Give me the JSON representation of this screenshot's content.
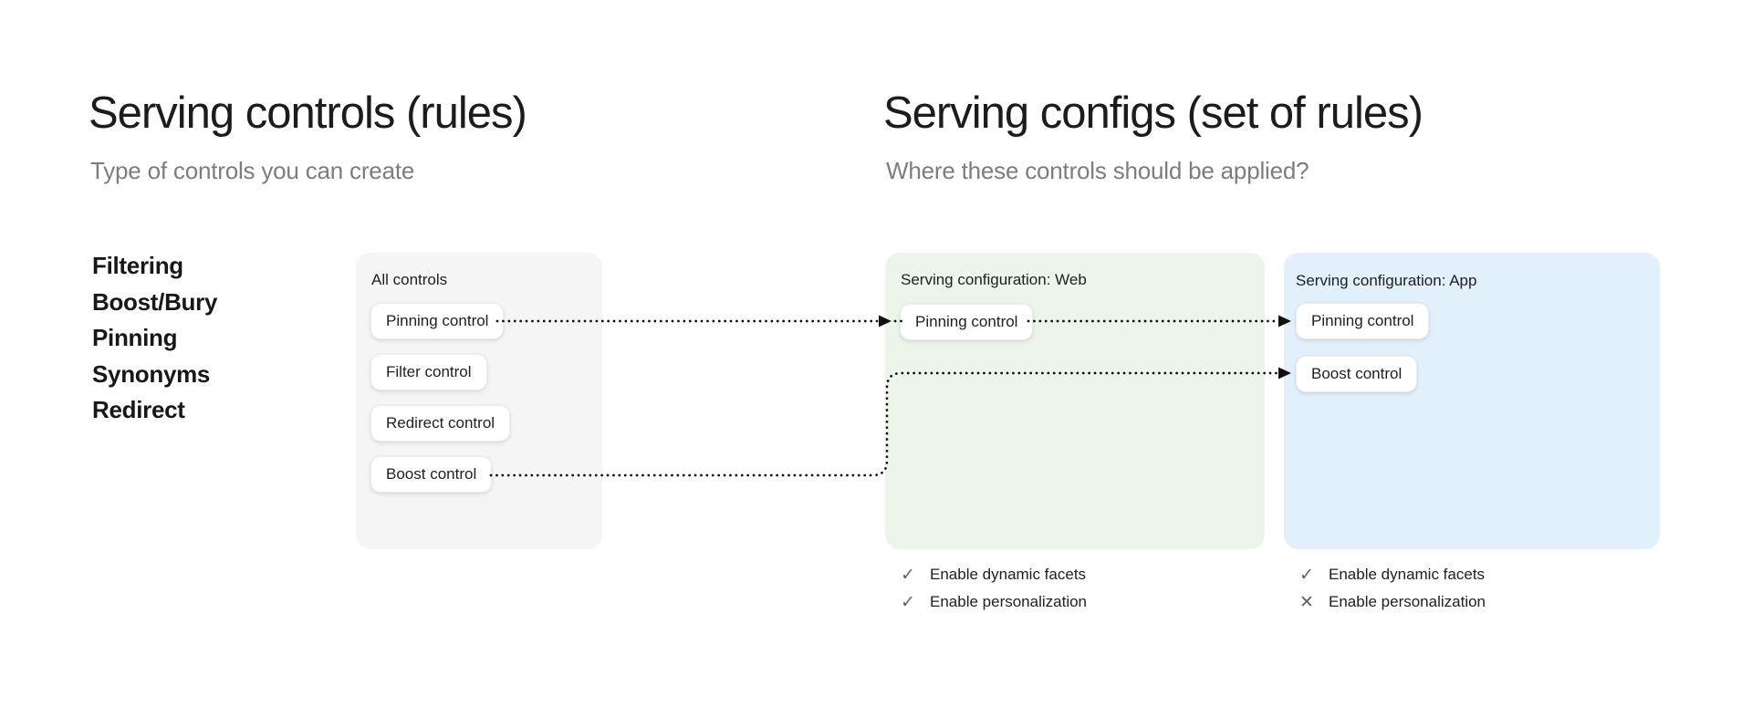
{
  "left_panel": {
    "title": "Serving controls (rules)",
    "subtitle": "Type of controls you can create",
    "control_types": [
      "Filtering",
      "Boost/Bury",
      "Pinning",
      "Synonyms",
      "Redirect"
    ],
    "all_controls_card": {
      "label": "All controls",
      "buttons": [
        "Pinning control",
        "Filter control",
        "Redirect control",
        "Boost control"
      ]
    }
  },
  "right_panel": {
    "title": "Serving configs (set of rules)",
    "subtitle": "Where these controls should be applied?",
    "configs": [
      {
        "label": "Serving configuration: Web",
        "buttons": [
          "Pinning control"
        ],
        "features": [
          {
            "name": "Enable dynamic facets",
            "status": "enabled"
          },
          {
            "name": "Enable personalization",
            "status": "enabled"
          }
        ]
      },
      {
        "label": "Serving configuration: App",
        "buttons": [
          "Pinning control",
          "Boost control"
        ],
        "features": [
          {
            "name": "Enable dynamic facets",
            "status": "enabled"
          },
          {
            "name": "Enable personalization",
            "status": "disabled"
          }
        ]
      }
    ]
  },
  "icons": {
    "check": "✓",
    "cross": "✕"
  },
  "colors": {
    "all_controls_card_bg": "#f5f5f6",
    "web_card_bg": "#edf4ea",
    "app_card_bg": "#e2f0fb",
    "connector": "#111111",
    "title_text": "#1c1c1c",
    "subtitle_text": "#7d7d7d"
  }
}
